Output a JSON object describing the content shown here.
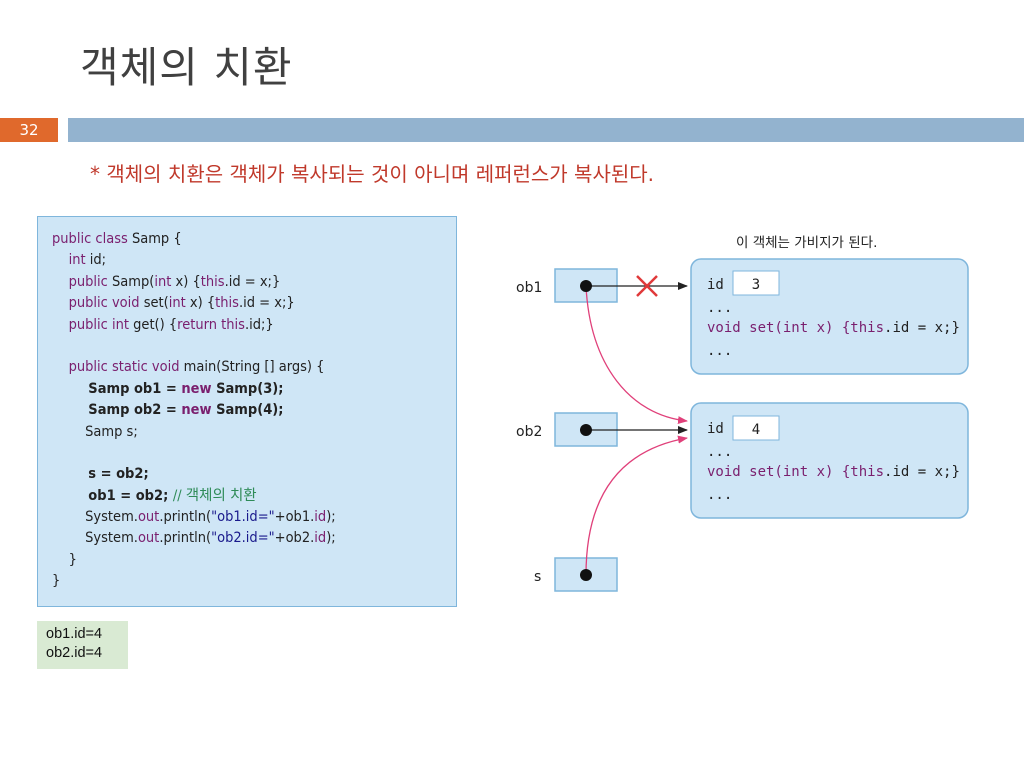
{
  "slide": {
    "title": "객체의 치환",
    "number": "32",
    "subtitle": "* 객체의 치환은 객체가 복사되는 것이 아니며 레퍼런스가 복사된다."
  },
  "code": {
    "lines": [
      [
        {
          "t": "public class ",
          "c": "kw"
        },
        {
          "t": "Samp {"
        }
      ],
      [
        {
          "t": "    int ",
          "c": "kw"
        },
        {
          "t": "id;"
        }
      ],
      [
        {
          "t": "    public ",
          "c": "kw"
        },
        {
          "t": "Samp("
        },
        {
          "t": "int ",
          "c": "kw"
        },
        {
          "t": "x) {"
        },
        {
          "t": "this",
          "c": "kw"
        },
        {
          "t": ".id = x;}"
        }
      ],
      [
        {
          "t": "    public void ",
          "c": "kw"
        },
        {
          "t": "set("
        },
        {
          "t": "int ",
          "c": "kw"
        },
        {
          "t": "x) {"
        },
        {
          "t": "this",
          "c": "kw"
        },
        {
          "t": ".id = x;}"
        }
      ],
      [
        {
          "t": "    public int ",
          "c": "kw"
        },
        {
          "t": "get() {"
        },
        {
          "t": "return this",
          "c": "kw"
        },
        {
          "t": ".id;}"
        }
      ],
      [
        {
          "t": ""
        }
      ],
      [
        {
          "t": "    public static void ",
          "c": "kw"
        },
        {
          "t": "main(String [] args) {"
        }
      ],
      [
        {
          "t": "        Samp ob1 = ",
          "c": "b"
        },
        {
          "t": "new ",
          "c": "kw b"
        },
        {
          "t": "Samp(3);",
          "c": "b"
        }
      ],
      [
        {
          "t": "        Samp ob2 = ",
          "c": "b"
        },
        {
          "t": "new ",
          "c": "kw b"
        },
        {
          "t": "Samp(4);",
          "c": "b"
        }
      ],
      [
        {
          "t": "        Samp s;"
        }
      ],
      [
        {
          "t": ""
        }
      ],
      [
        {
          "t": "        s = ob2;",
          "c": "b"
        }
      ],
      [
        {
          "t": "        ob1 = ob2; ",
          "c": "b"
        },
        {
          "t": "// 객체의 치환",
          "c": "cmt"
        }
      ],
      [
        {
          "t": "        System."
        },
        {
          "t": "out",
          "c": "kw"
        },
        {
          "t": ".println("
        },
        {
          "t": "\"ob1.id=\"",
          "c": "str"
        },
        {
          "t": "+ob1."
        },
        {
          "t": "id",
          "c": "kw"
        },
        {
          "t": ");"
        }
      ],
      [
        {
          "t": "        System."
        },
        {
          "t": "out",
          "c": "kw"
        },
        {
          "t": ".println("
        },
        {
          "t": "\"ob2.id=\"",
          "c": "str"
        },
        {
          "t": "+ob2."
        },
        {
          "t": "id",
          "c": "kw"
        },
        {
          "t": ");"
        }
      ],
      [
        {
          "t": "    }"
        }
      ],
      [
        {
          "t": "}"
        }
      ]
    ]
  },
  "output": {
    "lines": [
      "ob1.id=4",
      "ob2.id=4"
    ]
  },
  "diagram": {
    "garbage_note": "이 객체는 가비지가 된다.",
    "references": [
      {
        "label": "ob1"
      },
      {
        "label": "ob2"
      },
      {
        "label": "s"
      }
    ],
    "objects": [
      {
        "field": "id",
        "value": "3",
        "dots1": "...",
        "method_prefix": "void set(int x) {",
        "method_this": "this",
        "method_suffix": ".id = x;}",
        "dots2": "..."
      },
      {
        "field": "id",
        "value": "4",
        "dots1": "...",
        "method_prefix": "void set(int x) {",
        "method_this": "this",
        "method_suffix": ".id = x;}",
        "dots2": "..."
      }
    ],
    "colors": {
      "box_fill": "#cfe6f6",
      "box_stroke": "#7fb6dc",
      "arrow_pink": "#e0407a",
      "cross_red": "#e0393a",
      "keyword": "#7a1f6e"
    }
  }
}
